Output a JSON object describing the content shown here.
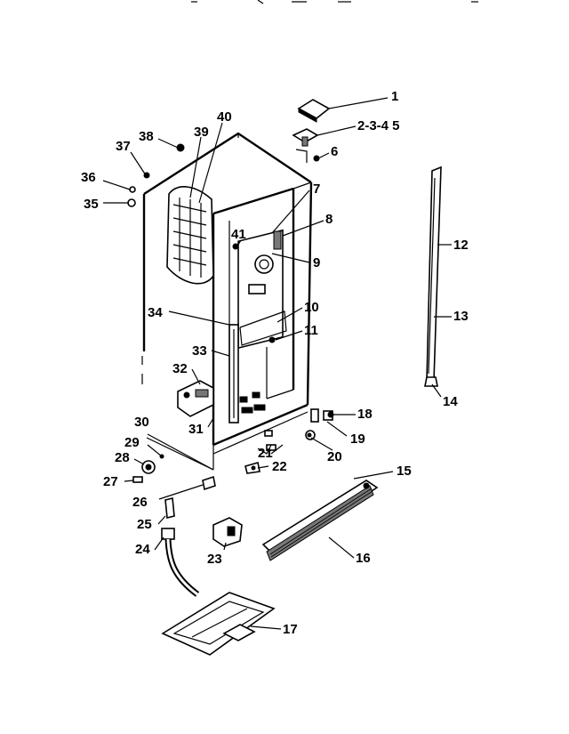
{
  "header": {
    "text": ""
  },
  "diagram": {
    "callouts": [
      {
        "id": "1",
        "label": "1"
      },
      {
        "id": "2-3-4-5",
        "label": "2-3-4 5"
      },
      {
        "id": "6",
        "label": "6"
      },
      {
        "id": "7",
        "label": "7"
      },
      {
        "id": "8",
        "label": "8"
      },
      {
        "id": "9",
        "label": "9"
      },
      {
        "id": "10",
        "label": "10"
      },
      {
        "id": "11",
        "label": "11"
      },
      {
        "id": "12",
        "label": "12"
      },
      {
        "id": "13",
        "label": "13"
      },
      {
        "id": "14",
        "label": "14"
      },
      {
        "id": "15",
        "label": "15"
      },
      {
        "id": "16",
        "label": "16"
      },
      {
        "id": "17",
        "label": "17"
      },
      {
        "id": "18",
        "label": "18"
      },
      {
        "id": "19",
        "label": "19"
      },
      {
        "id": "20",
        "label": "20"
      },
      {
        "id": "21",
        "label": "21"
      },
      {
        "id": "22",
        "label": "22"
      },
      {
        "id": "23",
        "label": "23"
      },
      {
        "id": "24",
        "label": "24"
      },
      {
        "id": "25",
        "label": "25"
      },
      {
        "id": "26",
        "label": "26"
      },
      {
        "id": "27",
        "label": "27"
      },
      {
        "id": "28",
        "label": "28"
      },
      {
        "id": "29",
        "label": "29"
      },
      {
        "id": "30",
        "label": "30"
      },
      {
        "id": "31",
        "label": "31"
      },
      {
        "id": "32",
        "label": "32"
      },
      {
        "id": "33",
        "label": "33"
      },
      {
        "id": "34",
        "label": "34"
      },
      {
        "id": "35",
        "label": "35"
      },
      {
        "id": "36",
        "label": "36"
      },
      {
        "id": "37",
        "label": "37"
      },
      {
        "id": "38",
        "label": "38"
      },
      {
        "id": "39",
        "label": "39"
      },
      {
        "id": "40",
        "label": "40"
      },
      {
        "id": "41",
        "label": "41"
      }
    ]
  }
}
